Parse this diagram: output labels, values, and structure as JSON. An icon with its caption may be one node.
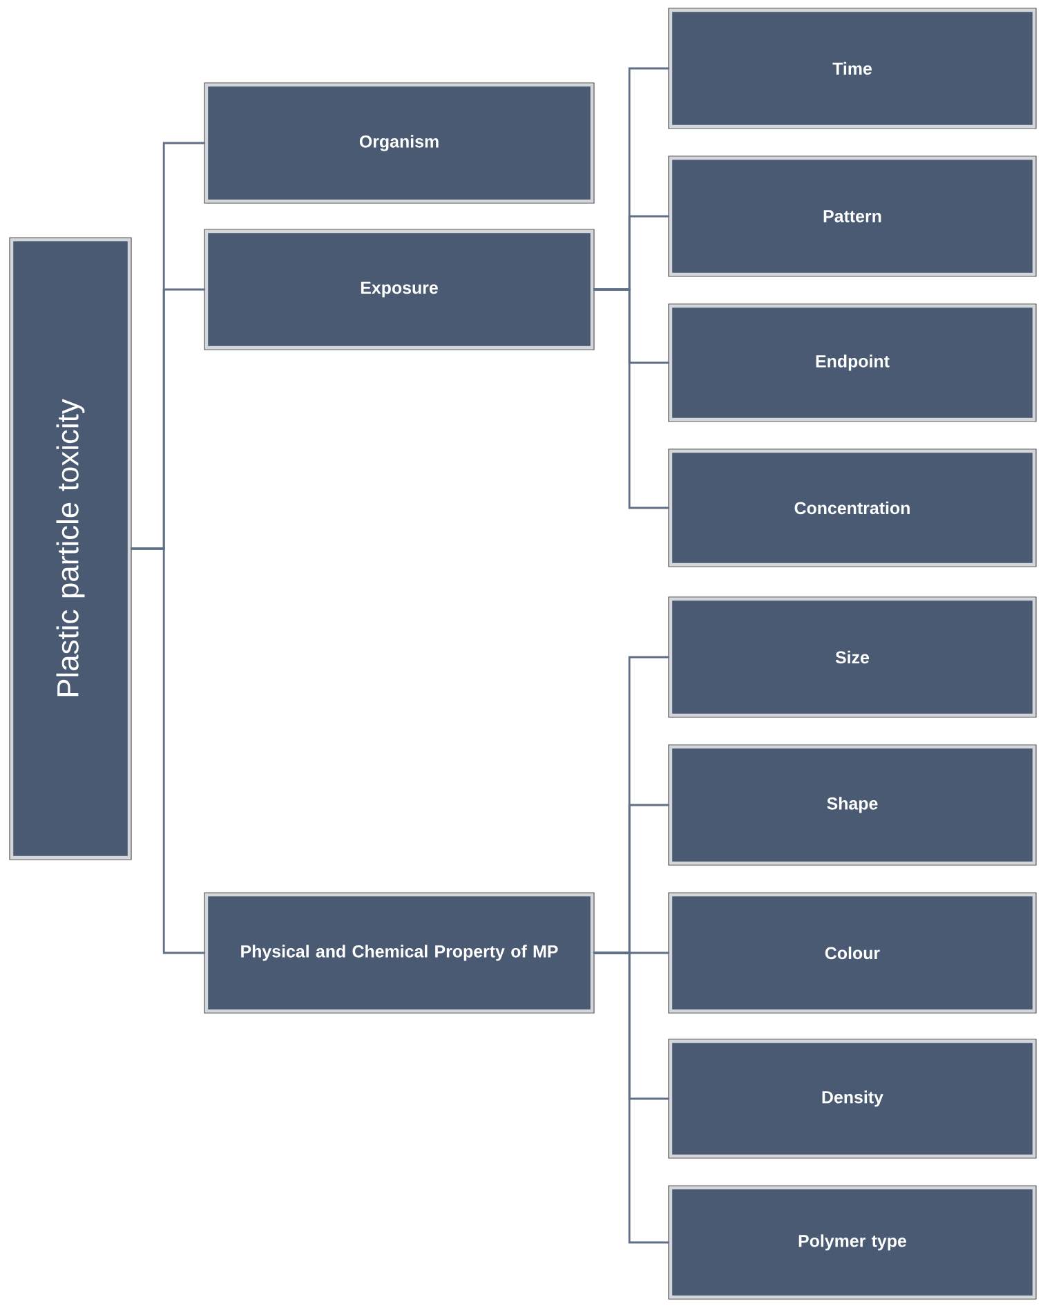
{
  "diagram": {
    "nodes": [
      {
        "text": [
          "Plastic particle toxicity"
        ]
      },
      {
        "text": [
          "Organism"
        ]
      },
      {
        "text": [
          "Exposure"
        ]
      },
      {
        "text": [
          "Physical and Chemical Property of MP"
        ]
      },
      {
        "text": [
          "Time"
        ]
      },
      {
        "text": [
          "Pattern"
        ]
      },
      {
        "text": [
          "Endpoint"
        ]
      },
      {
        "text": [
          "Concentration"
        ]
      },
      {
        "text": [
          "Size"
        ]
      },
      {
        "text": [
          "Shape"
        ]
      },
      {
        "text": [
          "Colour"
        ]
      },
      {
        "text": [
          "Density"
        ]
      },
      {
        "text": [
          "Polymer type"
        ]
      }
    ],
    "edges": [
      {
        "from": 0,
        "to": 1,
        "arrow": "none"
      },
      {
        "from": 0,
        "to": 2,
        "arrow": "none"
      },
      {
        "from": 0,
        "to": 3,
        "arrow": "none"
      },
      {
        "from": 2,
        "to": 4,
        "arrow": "none"
      },
      {
        "from": 2,
        "to": 5,
        "arrow": "none"
      },
      {
        "from": 2,
        "to": 6,
        "arrow": "none"
      },
      {
        "from": 2,
        "to": 7,
        "arrow": "none"
      },
      {
        "from": 3,
        "to": 8,
        "arrow": "none"
      },
      {
        "from": 3,
        "to": 9,
        "arrow": "none"
      },
      {
        "from": 3,
        "to": 10,
        "arrow": "none"
      },
      {
        "from": 3,
        "to": 11,
        "arrow": "none"
      },
      {
        "from": 3,
        "to": 12,
        "arrow": "none"
      }
    ]
  }
}
